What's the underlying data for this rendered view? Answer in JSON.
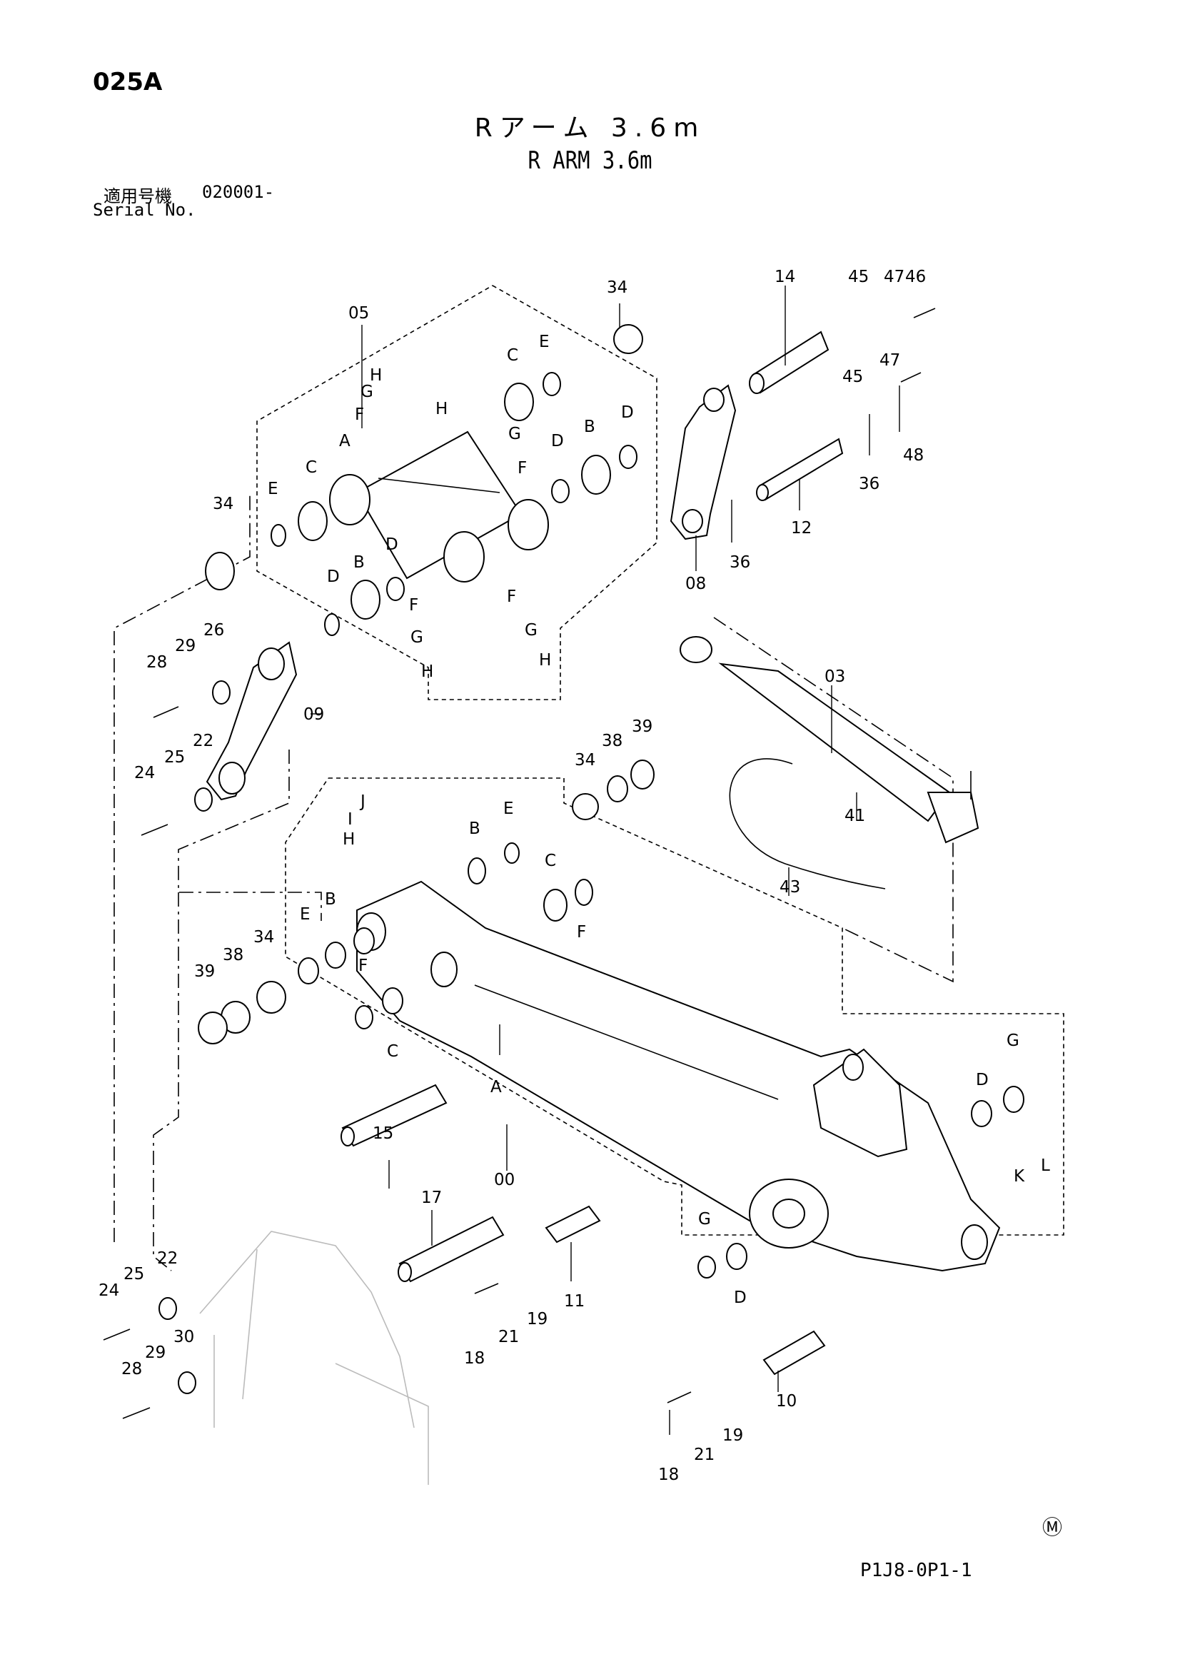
{
  "header": {
    "page_code": "025A",
    "title_jp": "Rアーム 3.6m",
    "title_en": "R ARM 3.6m",
    "serial_label_jp": "適用号機",
    "serial_value": "020001-",
    "serial_label_en": "Serial No."
  },
  "footer": {
    "doc_code": "P1J8-0P1-1",
    "mark": "Ⓜ"
  },
  "callouts": [
    "05",
    "34",
    "14",
    "45",
    "47",
    "46",
    "47",
    "45",
    "48",
    "36",
    "12",
    "08",
    "36",
    "H",
    "G",
    "F",
    "C",
    "E",
    "H",
    "G",
    "F",
    "A",
    "C",
    "E",
    "D",
    "B",
    "D",
    "34",
    "E",
    "C",
    "D",
    "B",
    "D",
    "F",
    "F",
    "G",
    "G",
    "H",
    "H",
    "28",
    "29",
    "26",
    "09",
    "22",
    "24",
    "25",
    "03",
    "34",
    "38",
    "39",
    "J",
    "I",
    "H",
    "B",
    "E",
    "C",
    "F",
    "41",
    "43",
    "E",
    "B",
    "34",
    "38",
    "39",
    "F",
    "C",
    "A",
    "00",
    "D",
    "G",
    "K",
    "L",
    "G",
    "D",
    "15",
    "17",
    "11",
    "19",
    "21",
    "18",
    "24",
    "25",
    "22",
    "28",
    "29",
    "30",
    "10",
    "19",
    "21",
    "18"
  ]
}
